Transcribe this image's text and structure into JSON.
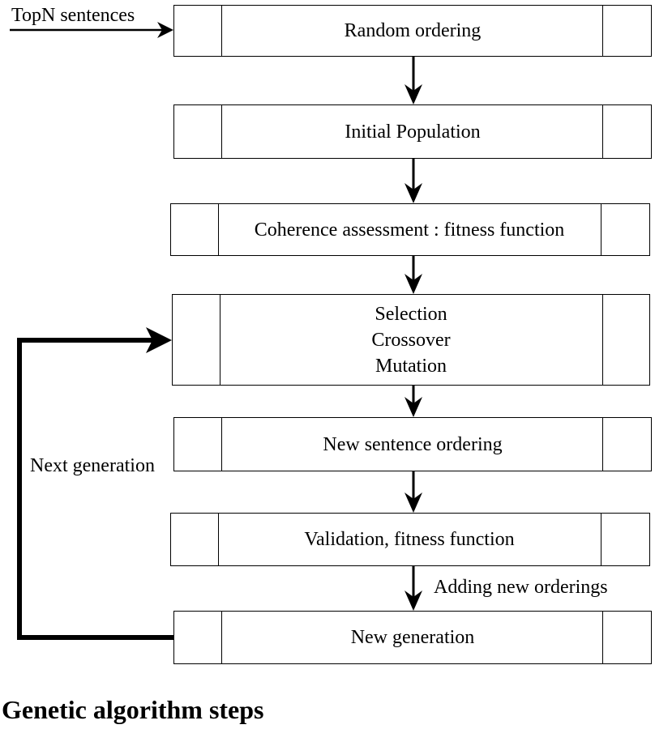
{
  "input_label": "TopN sentences",
  "steps": [
    {
      "label": "Random ordering"
    },
    {
      "label": "Initial Population"
    },
    {
      "label": "Coherence assessment : fitness function"
    },
    {
      "lines": [
        "Selection",
        "Crossover",
        "Mutation"
      ]
    },
    {
      "label": "New sentence ordering"
    },
    {
      "label": "Validation, fitness function"
    },
    {
      "label": "New generation"
    }
  ],
  "loop_label": "Next generation",
  "adding_label": "Adding new orderings",
  "caption": "Genetic algorithm steps"
}
